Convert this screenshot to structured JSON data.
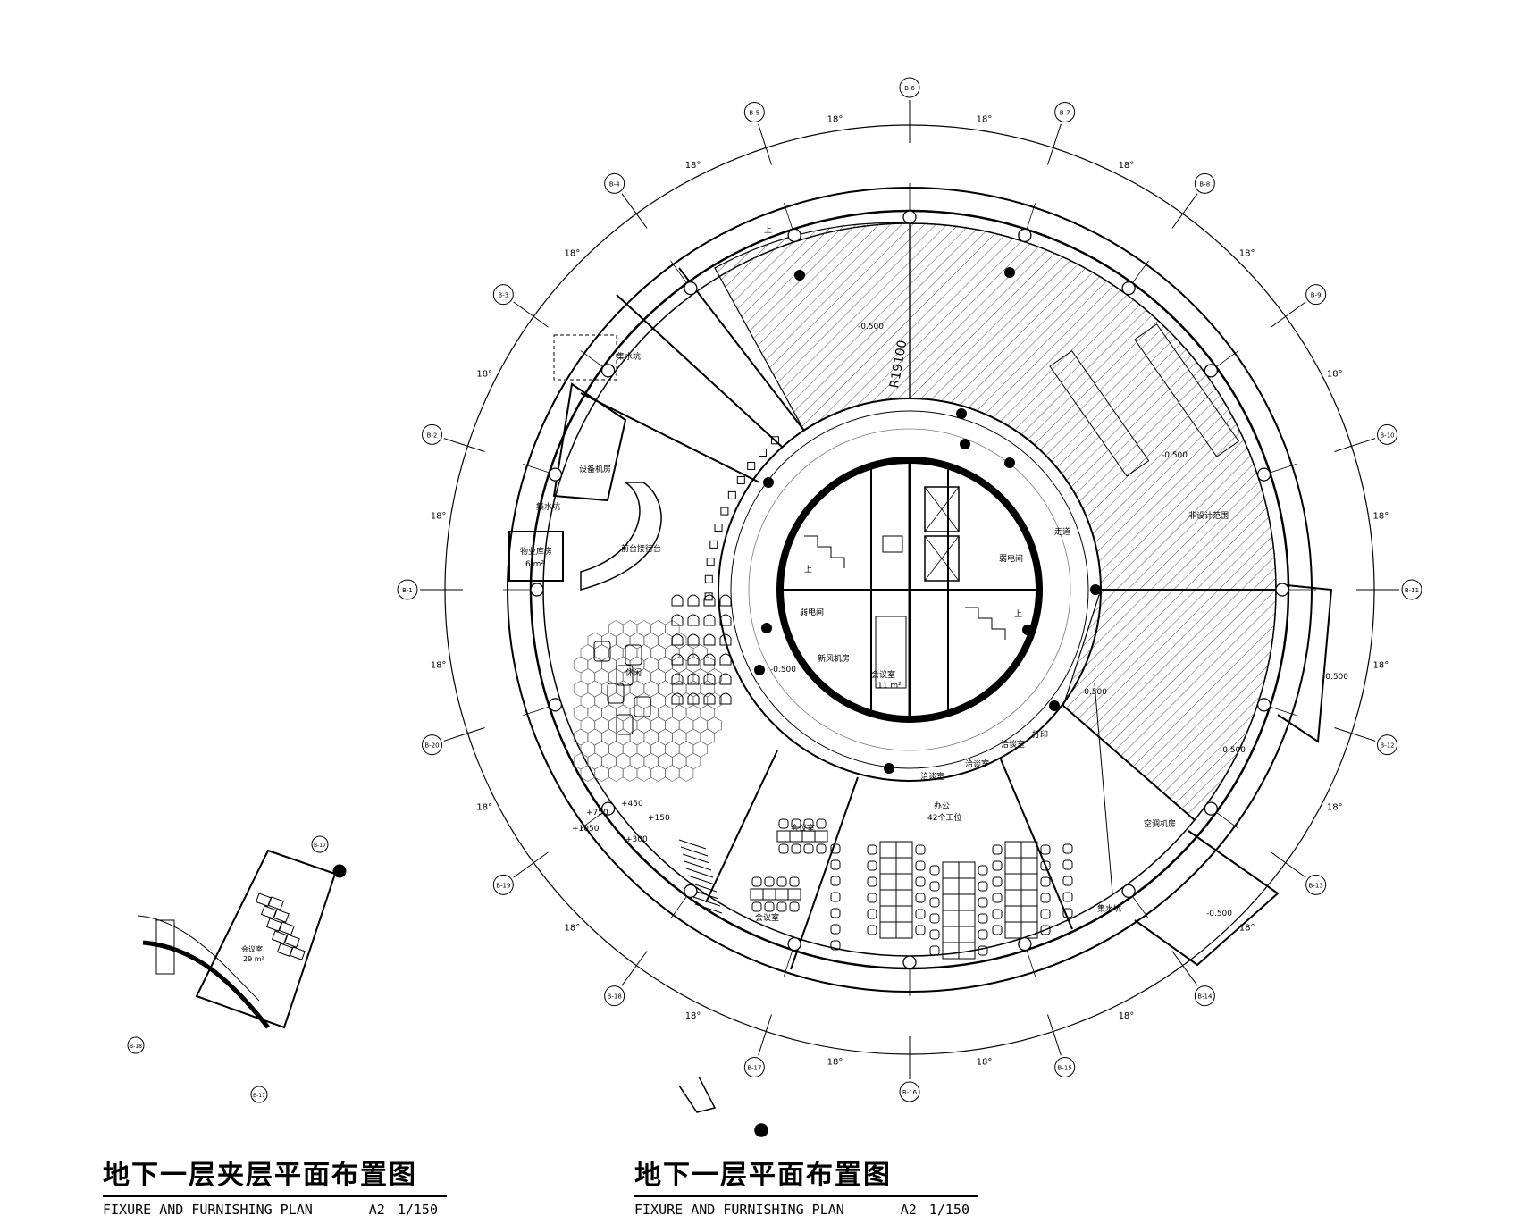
{
  "drawing": {
    "axis_labels": [
      "B-1",
      "B-2",
      "B-3",
      "B-4",
      "B-5",
      "B-6",
      "B-7",
      "B-8",
      "B-9",
      "B-10",
      "B-11",
      "B-12",
      "B-13",
      "B-14",
      "B-15",
      "B-16",
      "B-17",
      "B-18",
      "B-19",
      "B-20"
    ],
    "angle_label": "18°",
    "radius_label": "R19100",
    "level_label": "-0.500",
    "rooms": {
      "equipment": "设备机房",
      "sump": "集水坑",
      "storage": "物业库房",
      "storage_area": "6 m²",
      "reception": "前台接待台",
      "lounge": "休闲",
      "weak_current": "弱电间",
      "fresh_air": "新风机房",
      "meeting_center": "会议室",
      "meeting_center_area": "11 m²",
      "corridor": "走道",
      "weak_current_2": "弱电间",
      "no_design": "非设计范围",
      "ac_room": "空调机房",
      "discussion_1": "洽谈室",
      "discussion_2": "洽谈室",
      "discussion_3": "洽谈室",
      "print": "打印",
      "meeting_1": "会议室",
      "meeting_2": "会议室",
      "office": "办公",
      "office_desks": "42个工位",
      "sump_2": "集水坑",
      "mezz_meeting": "会议室",
      "mezz_meeting_area": "29 m²",
      "up": "上",
      "elev_a": "+450",
      "elev_b": "+150",
      "elev_c": "+300",
      "elev_d": "+750",
      "elev_e": "+1050"
    }
  },
  "titles": {
    "mezzanine": {
      "cn": "地下一层夹层平面布置图",
      "en": "FIXURE AND FURNISHING PLAN",
      "sheet": "A2",
      "scale": "1/150"
    },
    "basement": {
      "cn": "地下一层平面布置图",
      "en": "FIXURE AND FURNISHING PLAN",
      "sheet": "A2",
      "scale": "1/150"
    }
  },
  "colors": {
    "line": "#000000",
    "hatch": "#555555",
    "background": "#ffffff"
  }
}
